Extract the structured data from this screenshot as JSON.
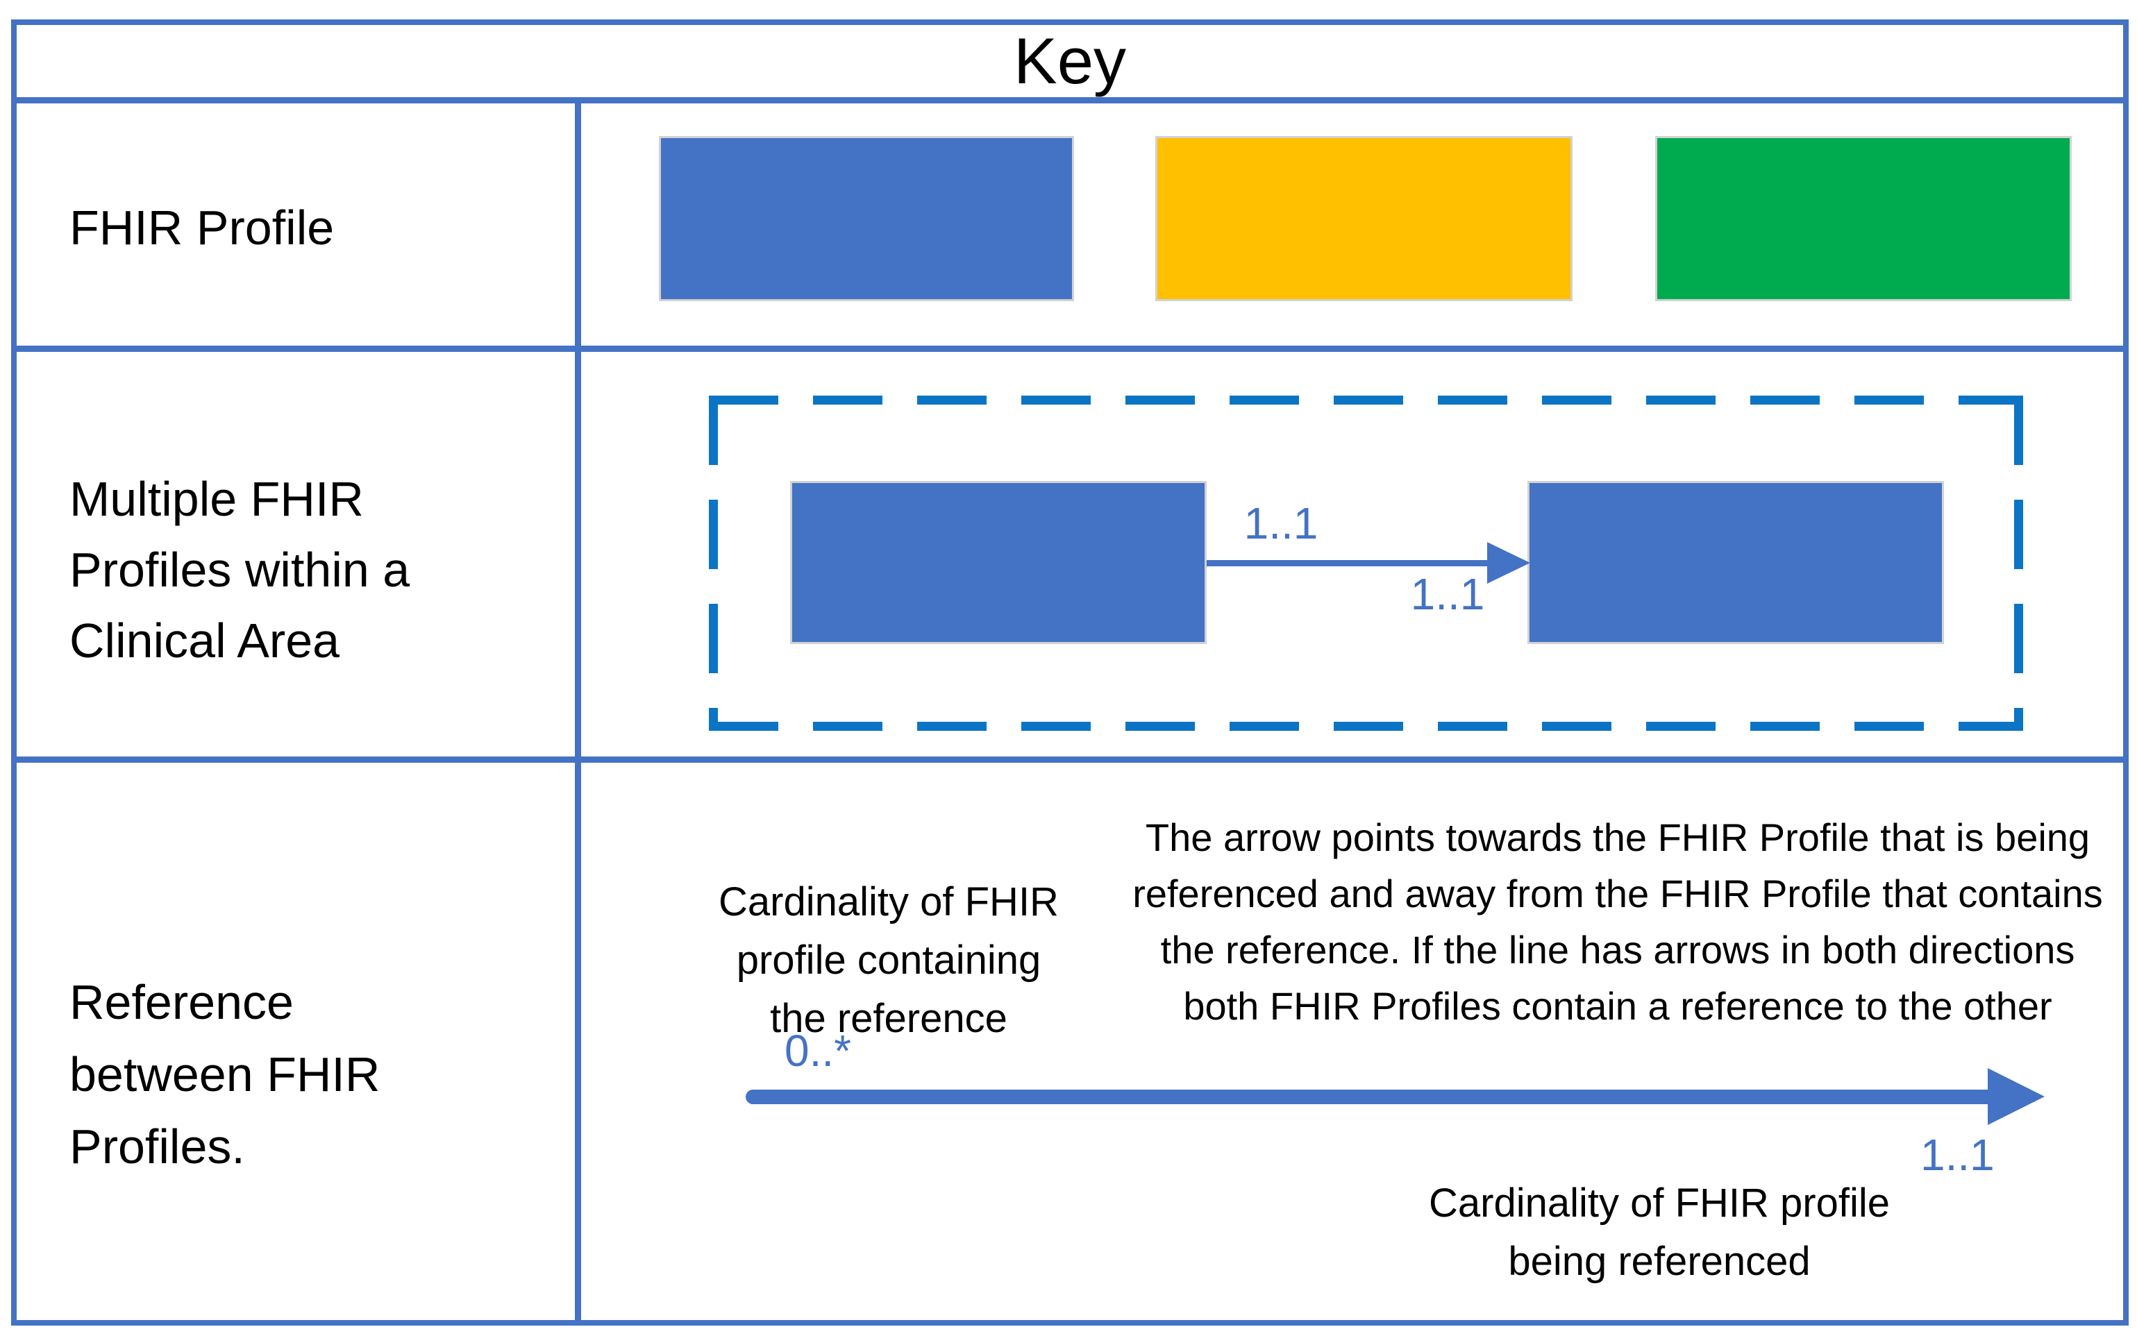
{
  "title": "Key",
  "row_fhir_profile": {
    "label": "FHIR Profile"
  },
  "row_multiple": {
    "label_line1": "Multiple FHIR",
    "label_line2": "Profiles within a",
    "label_line3": "Clinical Area",
    "cardinality_above": "1..1",
    "cardinality_below": "1..1"
  },
  "row_reference": {
    "label_line1": "Reference",
    "label_line2": "between FHIR",
    "label_line3": "Profiles.",
    "containing_caption_line1": "Cardinality of FHIR",
    "containing_caption_line2": "profile containing",
    "containing_caption_line3": "the reference",
    "containing_cardinality": "0..*",
    "arrow_description": "The arrow points towards the FHIR Profile that is being referenced and away from the FHIR Profile that contains the reference. If the line has arrows in both directions both FHIR Profiles contain a reference to the other",
    "referenced_cardinality": "1..1",
    "referenced_caption_line1": "Cardinality of FHIR profile",
    "referenced_caption_line2": "being referenced"
  },
  "colors": {
    "table_border": "#4472C4",
    "shape_blue": "#4472C4",
    "shape_yellow": "#FFC000",
    "shape_green": "#00AB50",
    "dashed_border": "#0C74C4",
    "accent_text": "#4472C4",
    "swatch_outline": "#D2D2D2",
    "text": "#000000"
  }
}
